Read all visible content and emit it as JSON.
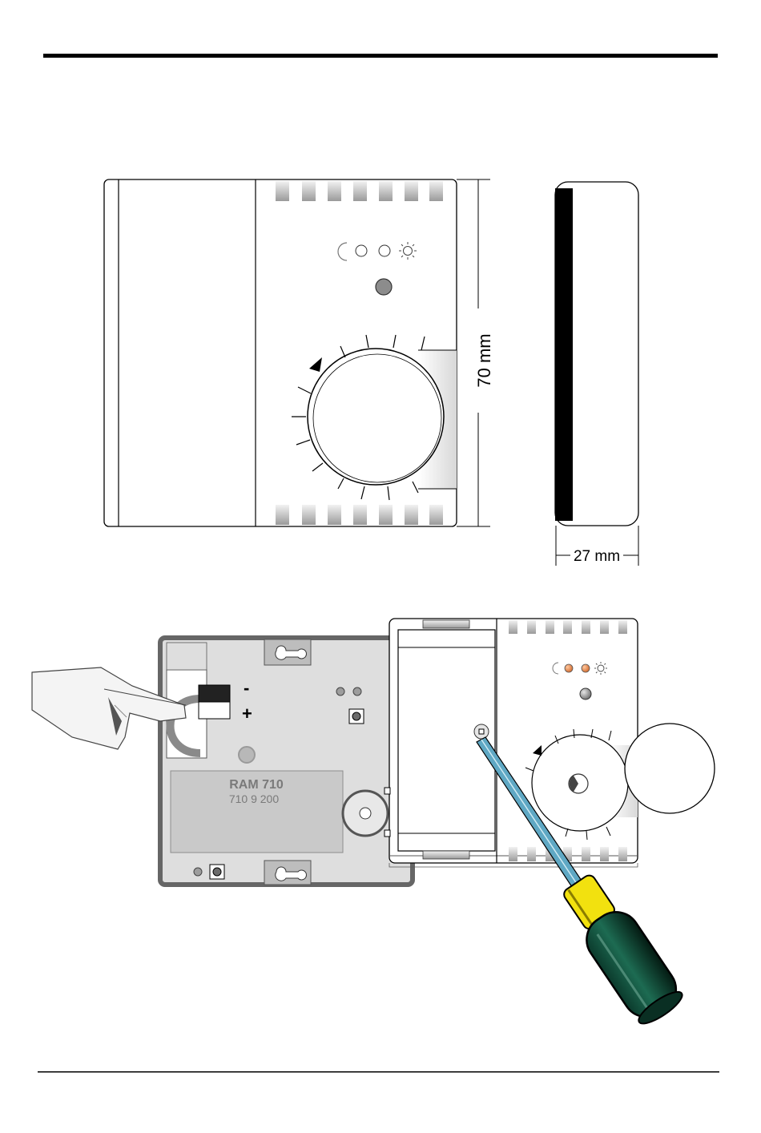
{
  "top_view": {
    "dimension_width": "70 mm",
    "dimension_depth": "27 mm"
  },
  "install_view": {
    "terminal_minus": "-",
    "terminal_plus": "+",
    "module_name": "RAM 710",
    "module_code": "710 9 200"
  }
}
